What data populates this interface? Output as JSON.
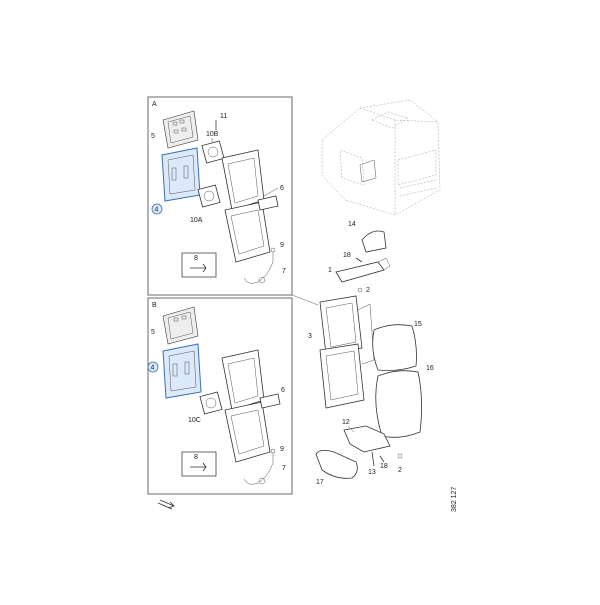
{
  "diagram": {
    "section_labels": [
      "A",
      "B"
    ],
    "part_numbers": {
      "p1": "1",
      "p2a": "2",
      "p2b": "2",
      "p3": "3",
      "p4a": "4",
      "p4b": "4",
      "p5a": "5",
      "p5b": "5",
      "p6a": "6",
      "p6b": "6",
      "p7a": "7",
      "p7b": "7",
      "p8a": "8",
      "p8b": "8",
      "p9a": "9",
      "p9b": "9",
      "p10a": "10A",
      "p10b": "10B",
      "p10c": "10C",
      "p11": "11",
      "p12": "12",
      "p13": "13",
      "p14": "14",
      "p15": "15",
      "p16": "16",
      "p17": "17",
      "p18a": "18",
      "p18b": "18"
    },
    "reference_code": "382 127",
    "highlight_color": "#3a6fb5",
    "highlight_fill": "#dbe9fb"
  }
}
